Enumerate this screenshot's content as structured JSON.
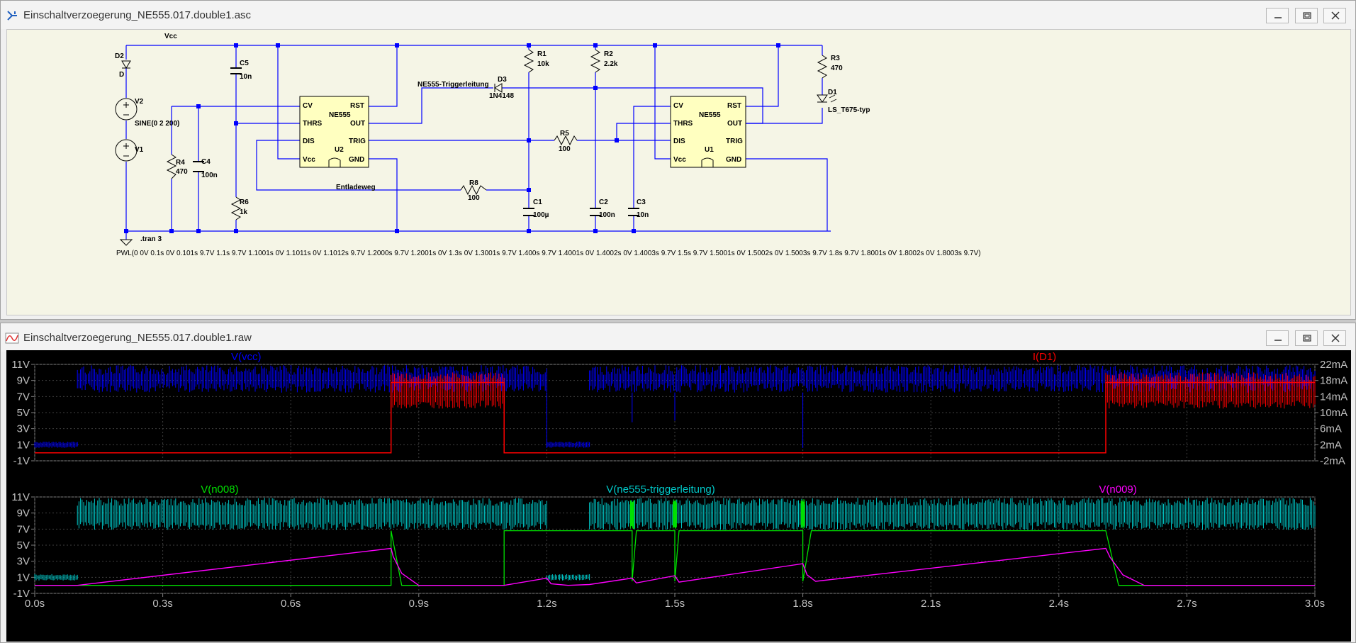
{
  "schematic_window": {
    "title": "Einschaltverzoegerung_NE555.017.double1.asc",
    "labels": {
      "vcc": "Vcc",
      "d2": "D2",
      "d2_model": "D",
      "v2": "V2",
      "v2_value": "SINE(0 2 200)",
      "v1": "V1",
      "r4": "R4",
      "r4_value": "470",
      "c4": "C4",
      "c4_value": "100n",
      "c5": "C5",
      "c5_value": "10n",
      "r6": "R6",
      "r6_value": "1k",
      "u2": "U2",
      "u1": "U1",
      "ne555": "NE555",
      "pin_cv": "CV",
      "pin_rst": "RST",
      "pin_thrs": "THRS",
      "pin_out": "OUT",
      "pin_dis": "DIS",
      "pin_trig": "TRIG",
      "pin_vcc": "Vcc",
      "pin_gnd": "GND",
      "r1": "R1",
      "r1_value": "10k",
      "r2": "R2",
      "r2_value": "2.2k",
      "r3": "R3",
      "r3_value": "470",
      "d3": "D3",
      "d3_model": "1N4148",
      "d1": "D1",
      "d1_model": "LS_T675-typ",
      "trigger_label": "NE555-Triggerleitung",
      "r5": "R5",
      "r5_value": "100",
      "r8": "R8",
      "r8_value": "100",
      "entladeweg": "Entladeweg",
      "c1": "C1",
      "c1_value": "100µ",
      "c2": "C2",
      "c2_value": "100n",
      "c3": "C3",
      "c3_value": "10n",
      "tran": ".tran 3",
      "pwl": "PWL(0 0V 0.1s 0V 0.101s 9.7V 1.1s 9.7V 1.1001s 0V 1.1011s 0V 1.1012s 9.7V 1.2000s 9.7V 1.2001s 0V 1.3s 0V 1.3001s 9.7V 1.400s 9.7V 1.4001s 0V 1.4002s 0V 1.4003s 9.7V 1.5s 9.7V 1.5001s 0V 1.5002s 0V 1.5003s 9.7V 1.8s 9.7V 1.8001s 0V 1.8002s 0V 1.8003s 9.7V)"
    }
  },
  "waveform_window": {
    "title": "Einschaltverzoegerung_NE555.017.double1.raw"
  },
  "chart_data": [
    {
      "type": "line",
      "title": "",
      "series": [
        {
          "name": "V(vcc)",
          "color": "#0000ff",
          "envelope": [
            [
              0,
              0,
              0.6,
              1.4
            ],
            [
              0.1,
              0.1,
              7.5,
              10.9
            ],
            [
              1.201,
              1.201,
              0.6,
              1.4
            ],
            [
              1.3,
              1.3,
              7.5,
              10.9
            ],
            [
              3.0,
              3.0,
              7.5,
              10.9
            ]
          ]
        },
        {
          "name": "I(D1)",
          "color": "#ff0000",
          "x": [
            0,
            0.835,
            0.835,
            1.1,
            1.1,
            2.51,
            2.51,
            3.0
          ],
          "values": [
            0,
            0,
            17.5,
            17.5,
            0,
            0,
            17.5,
            17.5
          ],
          "band_mA": [
            11,
            20
          ]
        }
      ],
      "y_left": {
        "ticks": [
          "11V",
          "9V",
          "7V",
          "5V",
          "3V",
          "1V",
          "-1V"
        ],
        "range": [
          -1,
          11
        ]
      },
      "y_right": {
        "ticks": [
          "22mA",
          "18mA",
          "14mA",
          "10mA",
          "6mA",
          "2mA",
          "-2mA"
        ],
        "range": [
          -2,
          22
        ]
      },
      "x_range": [
        0,
        3.0
      ],
      "grid": true
    },
    {
      "type": "line",
      "title": "",
      "series": [
        {
          "name": "V(n008)",
          "color": "#00e000",
          "x": [
            0,
            0.835,
            0.835,
            0.86,
            1.1,
            1.1,
            1.31,
            1.31,
            1.4,
            1.4,
            1.41,
            1.5,
            1.5,
            1.51,
            1.8,
            1.8,
            1.82,
            2.51,
            2.51,
            2.54,
            3.0
          ],
          "values": [
            0,
            0,
            6.8,
            0,
            0,
            6.8,
            6.8,
            6.8,
            6.8,
            0.5,
            6.8,
            6.8,
            0.5,
            6.8,
            6.8,
            0.5,
            6.8,
            6.8,
            6.8,
            0,
            0
          ]
        },
        {
          "name": "V(ne555-triggerleitung)",
          "color": "#00c8c8",
          "envelope": [
            [
              0,
              0.1,
              0.6,
              1.4
            ],
            [
              0.1,
              1.2,
              6.9,
              10.9
            ],
            [
              1.2,
              1.3,
              0.6,
              1.4
            ],
            [
              1.3,
              3.0,
              6.9,
              10.9
            ]
          ]
        },
        {
          "name": "V(n009)",
          "color": "#ff00ff",
          "x": [
            0,
            0.1,
            0.835,
            0.84,
            0.86,
            0.9,
            1.1,
            1.2,
            1.21,
            1.25,
            1.3,
            1.4,
            1.41,
            1.5,
            1.51,
            1.8,
            1.81,
            1.83,
            2.51,
            2.52,
            2.55,
            2.6,
            3.0
          ],
          "values": [
            0,
            0,
            4.6,
            3.6,
            1.5,
            0,
            0,
            0.9,
            0.2,
            0,
            0.1,
            0.9,
            0.3,
            1.2,
            0.4,
            2.7,
            1.3,
            0.5,
            4.6,
            3.5,
            1.3,
            0,
            0
          ]
        }
      ],
      "y_left": {
        "ticks": [
          "11V",
          "9V",
          "7V",
          "5V",
          "3V",
          "1V",
          "-1V"
        ],
        "range": [
          -1,
          11
        ]
      },
      "x_ticks": [
        "0.0s",
        "0.3s",
        "0.6s",
        "0.9s",
        "1.2s",
        "1.5s",
        "1.8s",
        "2.1s",
        "2.4s",
        "2.7s",
        "3.0s"
      ],
      "x_range": [
        0,
        3.0
      ],
      "grid": true
    }
  ]
}
